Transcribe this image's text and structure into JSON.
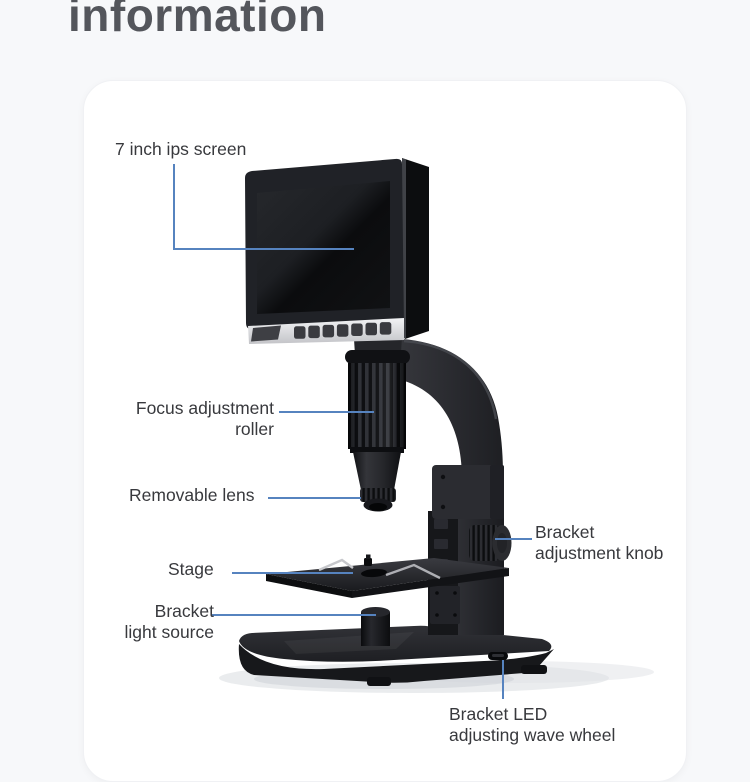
{
  "title": "information",
  "colors": {
    "accent_line": "#5683BF",
    "label_text": "#38393D",
    "title_text": "#54565C",
    "card_bg": "#FFFFFF",
    "page_bg": "#F7F8FA"
  },
  "callouts": {
    "screen": {
      "text": "7 inch ips screen"
    },
    "focus": {
      "line1": "Focus adjustment",
      "line2": "roller"
    },
    "lens": {
      "text": "Removable lens"
    },
    "stage": {
      "text": "Stage"
    },
    "light": {
      "line1": "Bracket",
      "line2": "light source"
    },
    "knob": {
      "line1": "Bracket",
      "line2": "adjustment knob"
    },
    "wheel": {
      "line1": "Bracket LED",
      "line2": "adjusting wave wheel"
    }
  }
}
